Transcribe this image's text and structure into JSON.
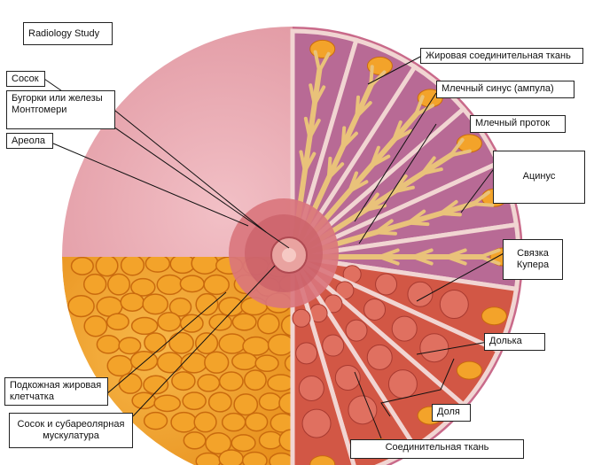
{
  "title": "Radiology Study",
  "labels": {
    "nipple": "Сосок",
    "montgomery": "Бугорки или железы Монтгомери",
    "areola": "Ареола",
    "subcutaneous_fat": "Подкожная жировая клетчатка",
    "nipple_muscles": "Сосок и субареолярная мускулатура",
    "fatty_tissue": "Жировая соединительная ткань",
    "milk_sinus": "Млечный синус (ампула)",
    "milk_duct": "Млечный проток",
    "acinus": "Ацинус",
    "cooper": "Связка Купера",
    "lobule": "Долька",
    "lobe": "Доля",
    "connective": "Соединительная ткань"
  },
  "colors": {
    "skin": "#e8a2ab",
    "areola": "#d9767c",
    "fat": "#f3a32a",
    "fat_dark": "#c96a0e",
    "duct": "#e9c27a",
    "lobule": "#d25745",
    "septum": "#f1d5d2"
  }
}
